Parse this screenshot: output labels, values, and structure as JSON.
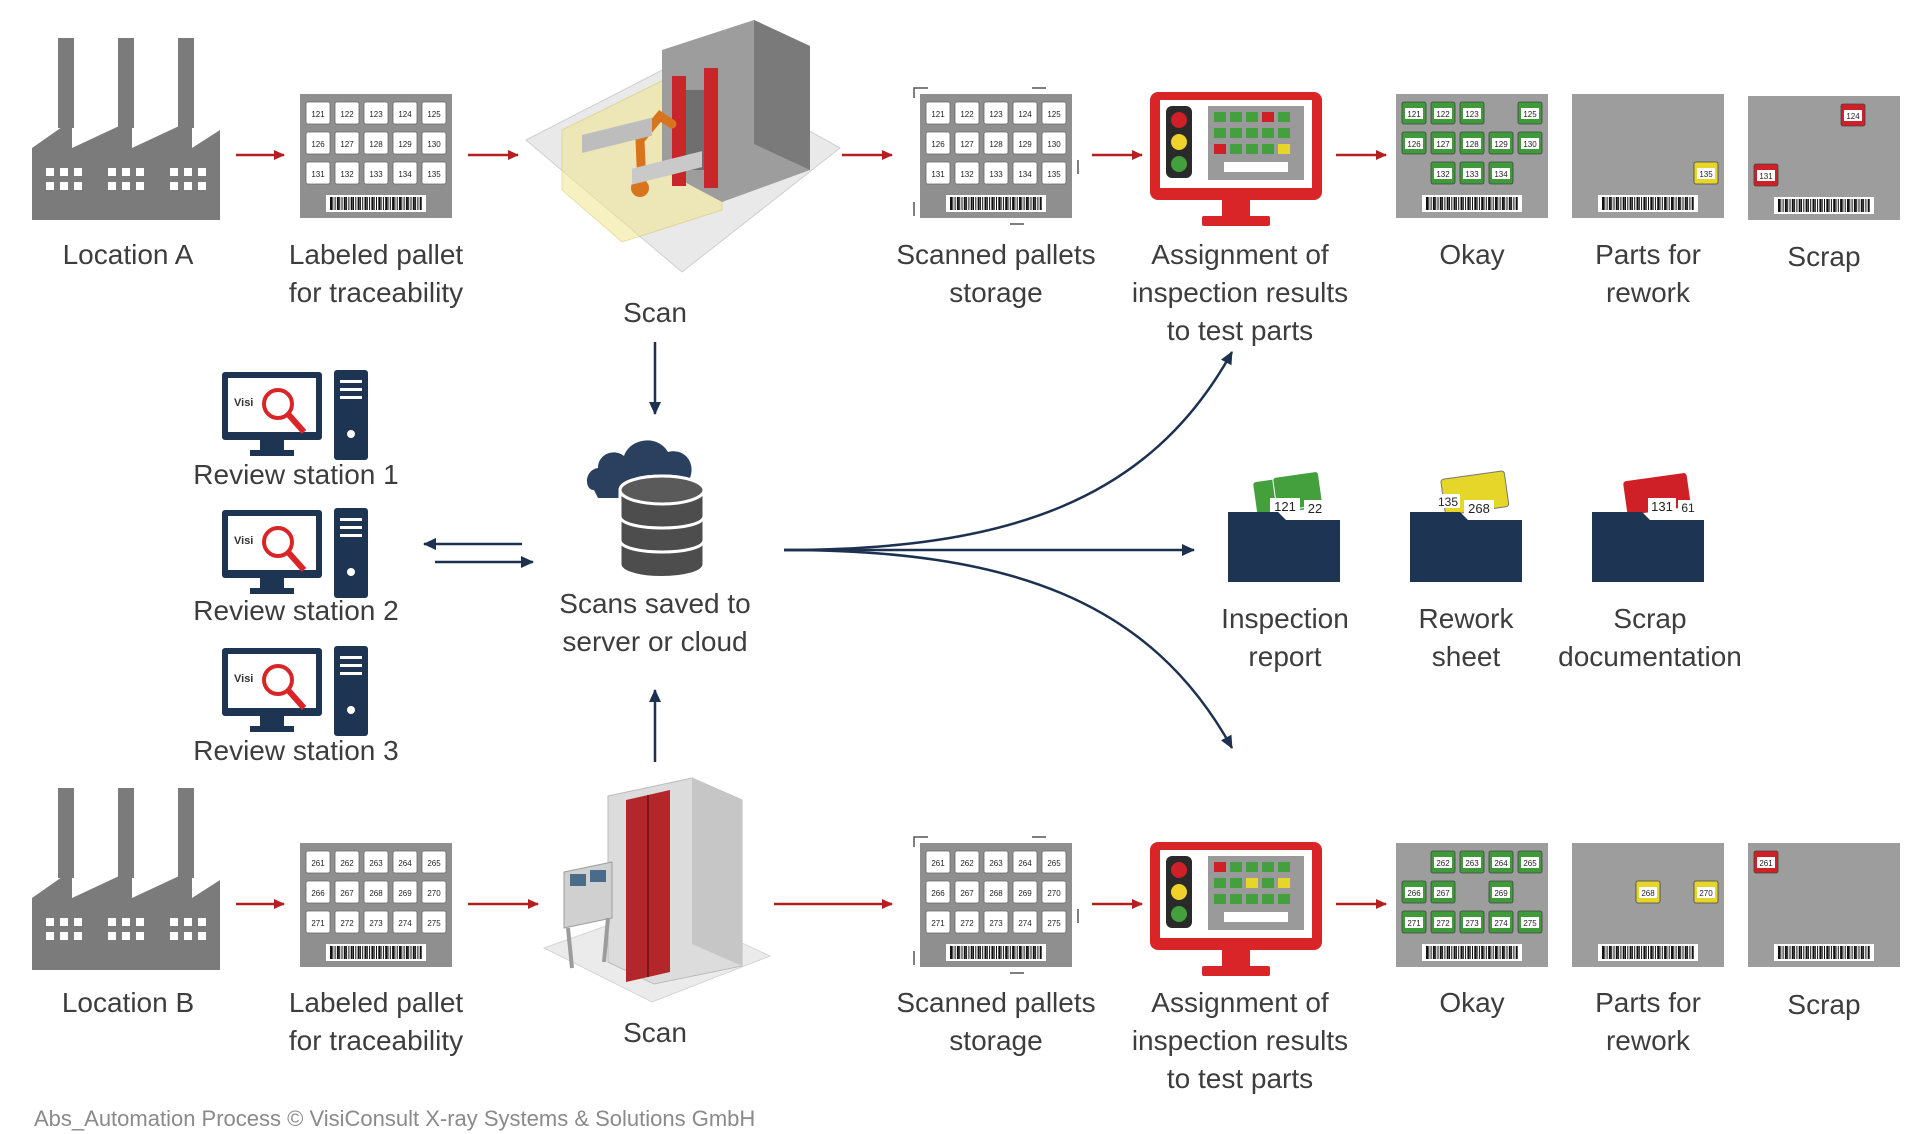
{
  "colors": {
    "factory": "#7b7b7b",
    "pallet": "#8f8f8f",
    "ok": "#3f9a3a",
    "rework": "#e6d62a",
    "scrap": "#cf2027",
    "arrow_red": "#b3201f",
    "arrow_navy": "#1c3150",
    "navy": "#1d3553",
    "cloud": "#2b3f5e",
    "db": "#4d4d4d",
    "monitor_red": "#d92528"
  },
  "top": {
    "location": "Location A",
    "pallet_label": "Labeled pallet\nfor traceability",
    "pallet_numbers": [
      "121",
      "122",
      "123",
      "124",
      "125",
      "126",
      "127",
      "128",
      "129",
      "130",
      "131",
      "132",
      "133",
      "134",
      "135"
    ],
    "scan_label": "Scan",
    "storage_label": "Scanned pallets\nstorage",
    "assign_label": "Assignment of\ninspection results\nto test parts",
    "okay_label": "Okay",
    "okay_numbers": [
      "121",
      "122",
      "123",
      "125",
      "126",
      "127",
      "128",
      "129",
      "130",
      "132",
      "133",
      "134"
    ],
    "rework_label": "Parts for\nrework",
    "rework_numbers": [
      "135"
    ],
    "scrap_label": "Scrap",
    "scrap_numbers": [
      "124",
      "131"
    ]
  },
  "bottom": {
    "location": "Location B",
    "pallet_label": "Labeled pallet\nfor traceability",
    "pallet_numbers": [
      "261",
      "262",
      "263",
      "264",
      "265",
      "266",
      "267",
      "268",
      "269",
      "270",
      "271",
      "272",
      "273",
      "274",
      "275"
    ],
    "scan_label": "Scan",
    "storage_label": "Scanned pallets\nstorage",
    "assign_label": "Assignment of\ninspection results\nto test parts",
    "okay_label": "Okay",
    "okay_numbers": [
      "262",
      "263",
      "264",
      "265",
      "266",
      "267",
      "269",
      "271",
      "272",
      "273",
      "274",
      "275"
    ],
    "rework_label": "Parts for\nrework",
    "rework_numbers": [
      "268",
      "270"
    ],
    "scrap_label": "Scrap",
    "scrap_numbers": [
      "261"
    ]
  },
  "review": [
    "Review station 1",
    "Review station 2",
    "Review station 3"
  ],
  "server_label": "Scans saved to\nserver or cloud",
  "docs": [
    {
      "label": "Inspection\nreport",
      "tag_a": "121",
      "tag_b": "22"
    },
    {
      "label": "Rework\nsheet",
      "tag_a": "268",
      "tag_b": "135"
    },
    {
      "label": "Scrap\ndocumentation",
      "tag_a": "131",
      "tag_b": "61"
    }
  ],
  "footer": "Abs_Automation Process © VisiConsult X-ray Systems & Solutions GmbH"
}
